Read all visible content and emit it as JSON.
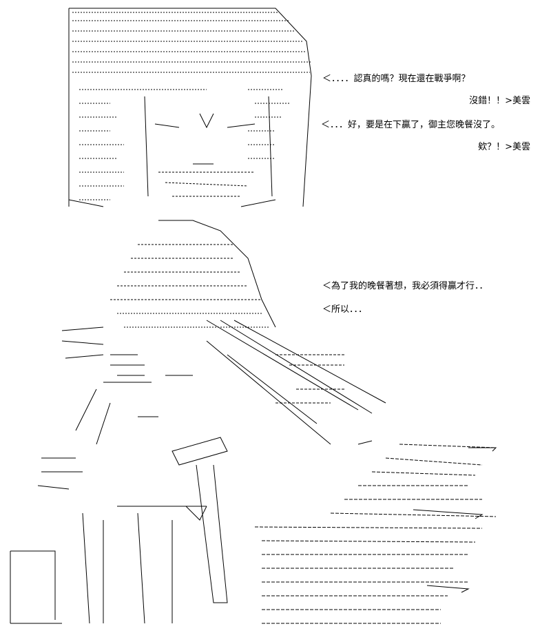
{
  "colors": {
    "background": "#ffffff",
    "ink": "#000000"
  },
  "dialogue": {
    "top": [
      {
        "text": "＜．．．．認真的嗎？現在還在戰爭啊？",
        "align": "left"
      },
      {
        "text": "沒錯！！>美雲",
        "align": "right"
      },
      {
        "text": "＜．．．好，要是在下贏了，御主您晚餐沒了。",
        "align": "left"
      },
      {
        "text": "欸？！>美雲",
        "align": "right"
      }
    ],
    "bottom": [
      {
        "text": "＜為了我的晚餐著想，我必須得贏才行．．",
        "align": "left"
      },
      {
        "text": "＜所以．．．",
        "align": "left"
      }
    ]
  },
  "art": {
    "top_label": "ascii-art-character-face",
    "bottom_label": "ascii-art-character-with-sword"
  }
}
